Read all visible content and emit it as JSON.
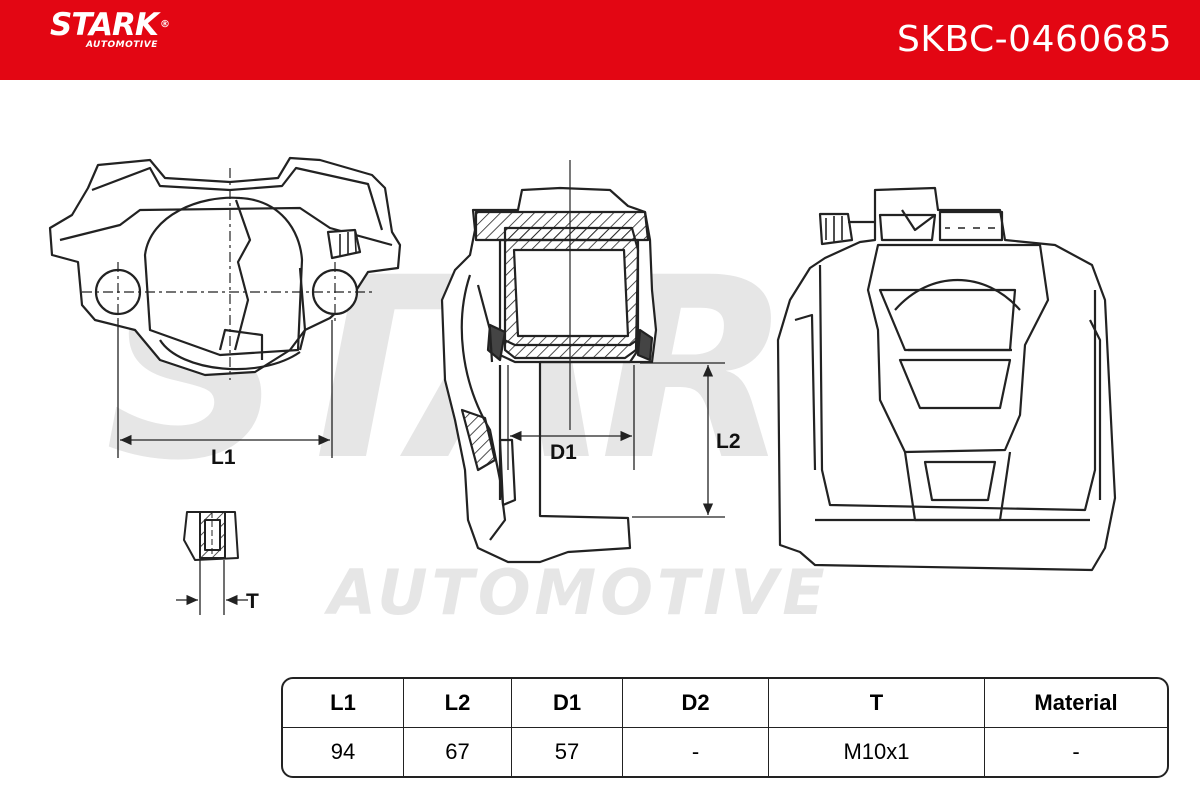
{
  "header": {
    "brand": "STARK",
    "brand_registered": "®",
    "brand_sub": "AUTOMOTIVE",
    "part_number": "SKBC-0460685",
    "color": "#e30613"
  },
  "watermark": {
    "main": "STARK",
    "sub": "AUTOMOTIVE",
    "registered": "®"
  },
  "dimensions": {
    "l1": "L1",
    "l2": "L2",
    "d1": "D1",
    "t": "T"
  },
  "spec_table": {
    "headers": [
      "L1",
      "L2",
      "D1",
      "D2",
      "T",
      "Material"
    ],
    "values": [
      "94",
      "67",
      "57",
      "-",
      "M10x1",
      "-"
    ]
  }
}
